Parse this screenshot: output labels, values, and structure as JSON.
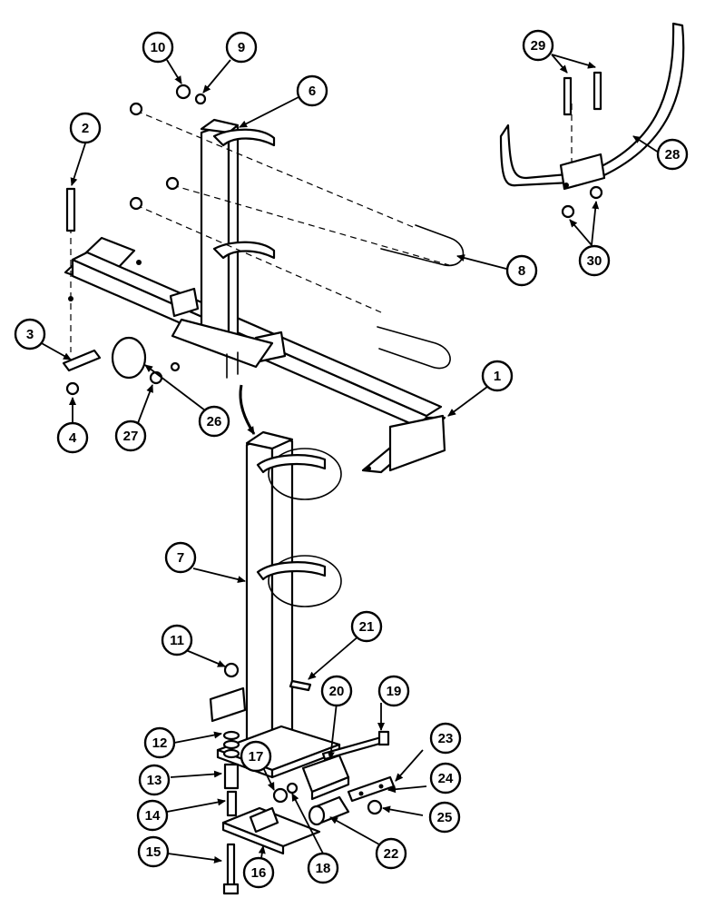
{
  "callouts": [
    {
      "id": "c1",
      "label": "1"
    },
    {
      "id": "c2",
      "label": "2"
    },
    {
      "id": "c3",
      "label": "3"
    },
    {
      "id": "c4",
      "label": "4"
    },
    {
      "id": "c6",
      "label": "6"
    },
    {
      "id": "c7",
      "label": "7"
    },
    {
      "id": "c8",
      "label": "8"
    },
    {
      "id": "c9",
      "label": "9"
    },
    {
      "id": "c10",
      "label": "10"
    },
    {
      "id": "c11",
      "label": "11"
    },
    {
      "id": "c12",
      "label": "12"
    },
    {
      "id": "c13",
      "label": "13"
    },
    {
      "id": "c14",
      "label": "14"
    },
    {
      "id": "c15",
      "label": "15"
    },
    {
      "id": "c16",
      "label": "16"
    },
    {
      "id": "c17",
      "label": "17"
    },
    {
      "id": "c18",
      "label": "18"
    },
    {
      "id": "c19",
      "label": "19"
    },
    {
      "id": "c20",
      "label": "20"
    },
    {
      "id": "c21",
      "label": "21"
    },
    {
      "id": "c22",
      "label": "22"
    },
    {
      "id": "c23",
      "label": "23"
    },
    {
      "id": "c24",
      "label": "24"
    },
    {
      "id": "c25",
      "label": "25"
    },
    {
      "id": "c26",
      "label": "26"
    },
    {
      "id": "c27",
      "label": "27"
    },
    {
      "id": "c28",
      "label": "28"
    },
    {
      "id": "c29",
      "label": "29"
    },
    {
      "id": "c30",
      "label": "30"
    }
  ]
}
